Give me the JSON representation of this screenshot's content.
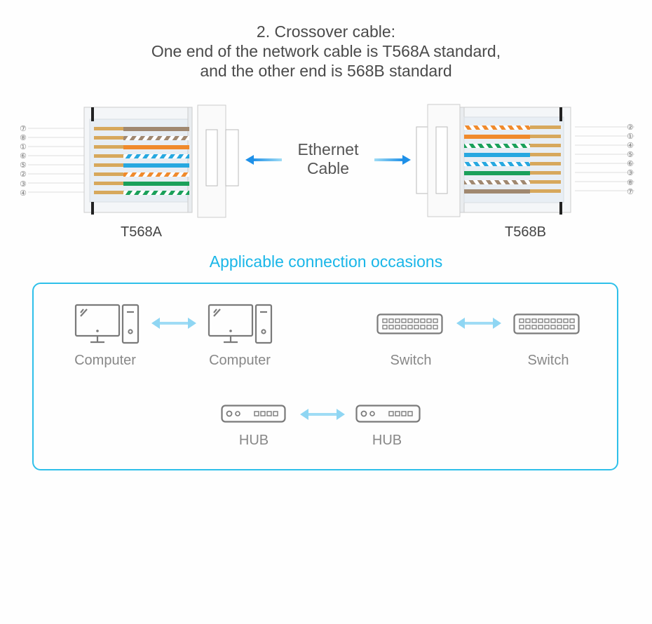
{
  "title": {
    "line1": "2. Crossover cable:",
    "line2": "One end of the network cable is T568A standard,",
    "line3": "and the other end is 568B standard"
  },
  "left_connector": {
    "label": "T568A",
    "pins": [
      "⑦",
      "⑧",
      "①",
      "⑥",
      "⑤",
      "②",
      "③",
      "④"
    ]
  },
  "right_connector": {
    "label": "T568B",
    "pins": [
      "②",
      "①",
      "④",
      "⑤",
      "⑥",
      "③",
      "⑧",
      "⑦"
    ]
  },
  "center": {
    "line1": "Ethernet",
    "line2": "Cable"
  },
  "occasions": {
    "heading": "Applicable connection occasions",
    "computer_left": "Computer",
    "computer_right": "Computer",
    "switch_left": "Switch",
    "switch_right": "Switch",
    "hub_left": "HUB",
    "hub_right": "HUB"
  },
  "colors": {
    "accent": "#19b6e8",
    "arrow": "#1e90e8",
    "icon_gray": "#7a7a7a"
  },
  "icons": {
    "connector": "rj45-plug-icon",
    "computer": "computer-icon",
    "switch": "switch-icon",
    "hub": "hub-icon",
    "link": "double-arrow-icon"
  }
}
